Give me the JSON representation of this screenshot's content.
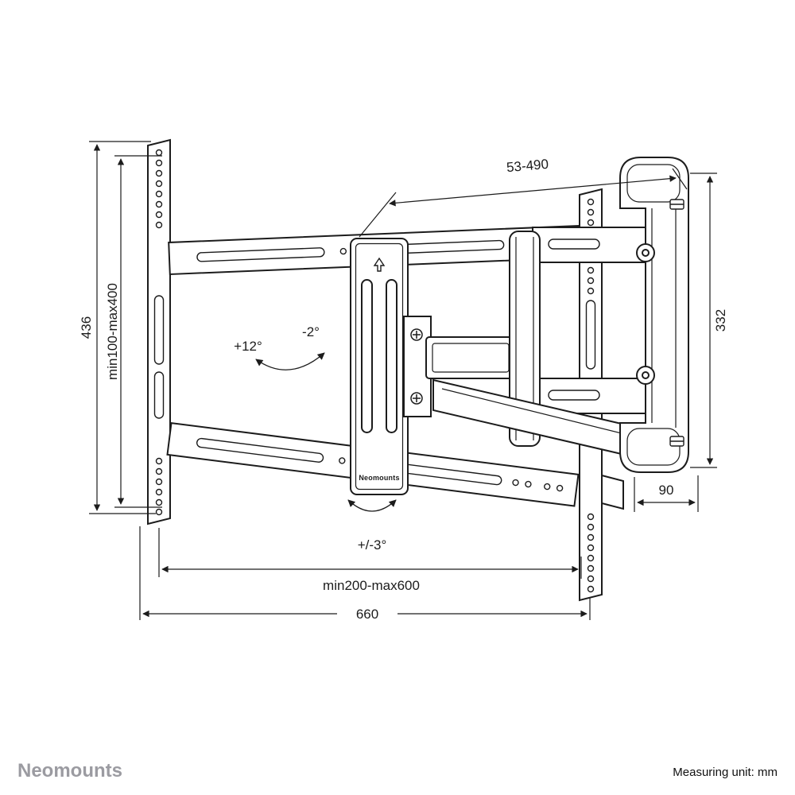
{
  "footer": {
    "brand": "Neomounts",
    "measuring_unit": "Measuring unit: mm"
  },
  "diagram": {
    "plate_logo": "Neomounts",
    "line_color": "#1c1c1c",
    "dimensions": {
      "height_total": "436",
      "vesa_height": "min100-max400",
      "extension": "53-490",
      "bracket_height": "332",
      "depth": "90",
      "vesa_width": "min200-max600",
      "width_total": "660"
    },
    "angles": {
      "tilt_up": "+12°",
      "tilt_down": "-2°",
      "swivel": "+/-3°"
    }
  }
}
